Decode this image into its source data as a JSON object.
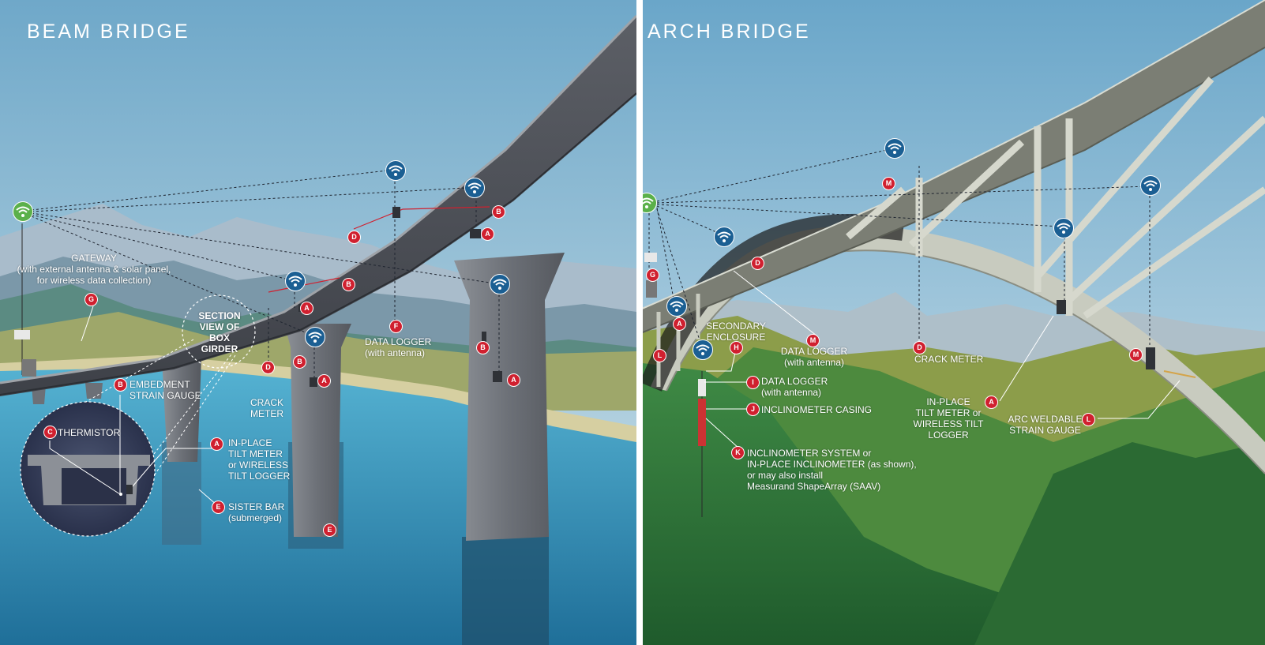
{
  "beam": {
    "title": "BEAM BRIDGE",
    "labels": {
      "gateway": "GATEWAY",
      "gateway_sub1": "(with external antenna & solar panel,",
      "gateway_sub2": "for wireless data collection)",
      "section": [
        "SECTION",
        "VIEW OF",
        "BOX",
        "GIRDER"
      ],
      "data_logger": "DATA LOGGER",
      "data_logger_sub": "(with antenna)",
      "crack_meter": [
        "CRACK",
        "METER"
      ],
      "embedment": [
        "EMBEDMENT",
        "STRAIN GAUGE"
      ],
      "thermistor": "THERMISTOR",
      "tilt": [
        "IN-PLACE",
        "TILT METER",
        "or WIRELESS",
        "TILT LOGGER"
      ],
      "sister": [
        "SISTER BAR",
        "(submerged)"
      ]
    },
    "badges": [
      "G",
      "D",
      "B",
      "A",
      "B",
      "A",
      "A",
      "B",
      "A",
      "B",
      "A",
      "F",
      "D",
      "B",
      "C",
      "A",
      "E",
      "E"
    ]
  },
  "arch": {
    "title": "ARCH BRIDGE",
    "labels": {
      "secondary": [
        "SECONDARY",
        "ENCLOSURE"
      ],
      "data_logger_m": [
        "DATA LOGGER",
        "(with antenna)"
      ],
      "crack_meter": "CRACK METER",
      "data_logger_i": [
        "DATA LOGGER",
        "(with antenna)"
      ],
      "casing": "INCLINOMETER CASING",
      "inclinometer": [
        "INCLINOMETER SYSTEM or",
        "IN-PLACE INCLINOMETER (as shown),",
        "or may also install",
        "Measurand ShapeArray (SAAV)"
      ],
      "tilt": [
        "IN-PLACE",
        "TILT METER or",
        "WIRELESS TILT",
        "LOGGER"
      ],
      "arc": [
        "ARC WELDABLE",
        "STRAIN GAUGE"
      ]
    },
    "badges": [
      "G",
      "L",
      "A",
      "H",
      "D",
      "M",
      "M",
      "D",
      "I",
      "J",
      "K",
      "A",
      "L",
      "M"
    ]
  },
  "colors": {
    "sky_top": "#7fb3cf",
    "water": "#3a97bf",
    "badge": "#d0202f",
    "wifi_blue": "#1b5f93",
    "wifi_green": "#5bb04a"
  }
}
